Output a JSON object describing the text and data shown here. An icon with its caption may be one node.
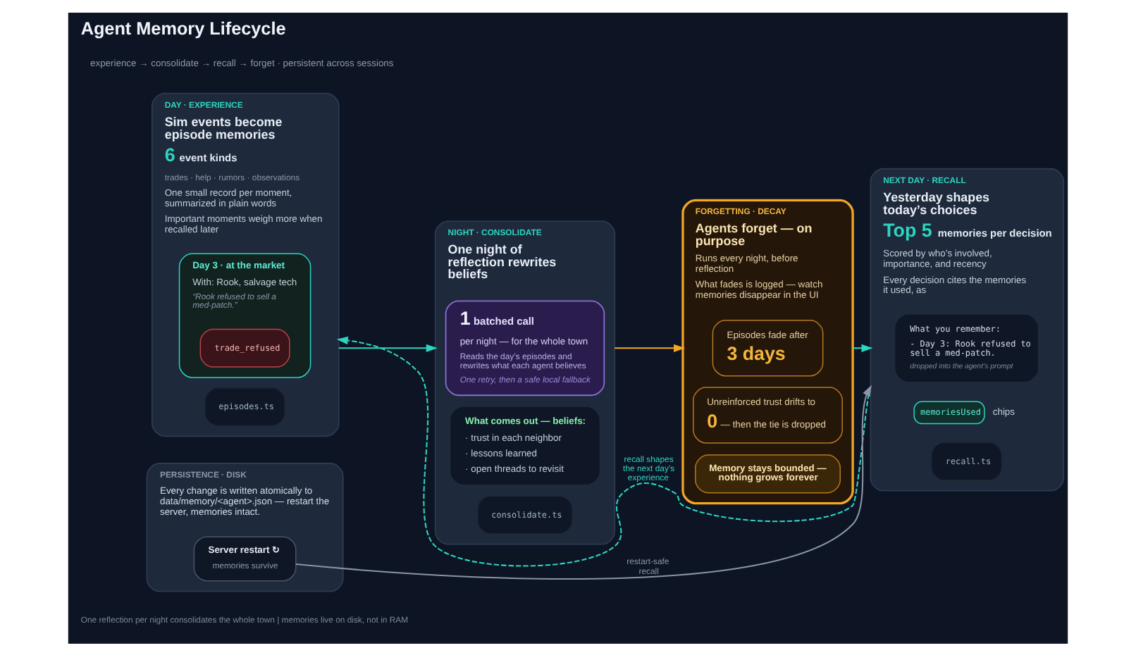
{
  "diagram": {
    "title": "Agent Memory Lifecycle",
    "nodes": [
      {
        "text": [
          "DAY · EXPERIENCE",
          "Sim events become episode memories",
          "6",
          "event kinds",
          "trades · help · rumors · observations",
          "One small record per moment, summarized in plain words",
          "Important moments weigh more when recalled later"
        ]
      },
      {
        "text": [
          "Day 3 · at the market",
          "With: Rook, salvage tech",
          "“Rook refused to sell a med-patch.”"
        ],
        "in": 0
      },
      {
        "text": [
          "trade_refused"
        ],
        "in": 1
      },
      {
        "text": [
          "episodes.ts"
        ],
        "in": 0
      },
      {
        "text": [
          "NIGHT · CONSOLIDATE",
          "One night of reflection rewrites beliefs"
        ]
      },
      {
        "text": [
          "1",
          "batched call",
          "per night — for the whole town",
          "Reads the day’s episodes and rewrites what each agent believes",
          "One retry, then a safe local fallback"
        ],
        "in": 4
      },
      {
        "text": [
          "What comes out — beliefs:",
          "· trust in each neighbor",
          "· lessons learned",
          "· open threads to revisit"
        ],
        "in": 4
      },
      {
        "text": [
          "consolidate.ts"
        ],
        "in": 4
      },
      {
        "text": [
          "FORGETTING · DECAY",
          "Agents forget — on purpose",
          "Runs every night, before reflection",
          "What fades is logged — watch memories disappear in the UI"
        ]
      },
      {
        "text": [
          "Episodes fade after",
          "3 days"
        ],
        "in": 8
      },
      {
        "text": [
          "Unreinforced trust drifts to",
          "0",
          "— then the tie is dropped"
        ],
        "in": 8
      },
      {
        "text": [
          "Memory stays bounded — nothing grows forever"
        ],
        "in": 8
      },
      {
        "text": [
          "NEXT DAY · RECALL",
          "Yesterday shapes today’s choices",
          "Top 5",
          "memories per decision",
          "Scored by who’s involved, importance, and recency",
          "Every decision cites the memories it used, as"
        ]
      },
      {
        "text": [
          "What you remember:",
          "- Day 3: Rook refused to sell a med-patch.",
          "dropped into the agent’s prompt"
        ],
        "in": 12
      },
      {
        "text": [
          "memoriesUsed"
        ],
        "beside": [
          "chips"
        ],
        "in": 12
      },
      {
        "text": [
          "recall.ts"
        ],
        "in": 12
      },
      {
        "text": [
          "PERSISTENCE · DISK",
          "Every change is written atomically to data/memory/<agent>.json — restart the server, memories intact."
        ]
      },
      {
        "text": [
          "Server restart ↻",
          "memories survive"
        ],
        "in": 16
      }
    ],
    "edges": [
      {
        "from": 0,
        "to": 4,
        "arrow": "to"
      },
      {
        "from": 4,
        "to": 8,
        "arrow": "to",
        "color": "#f5a623"
      },
      {
        "from": 8,
        "to": 12,
        "arrow": "to"
      },
      {
        "from": 12,
        "to": 0,
        "arrow": "to",
        "style": "dashed",
        "label": "recall shapes the next day’s experience"
      },
      {
        "from": 17,
        "to": 12,
        "arrow": "to",
        "label": "restart-safe recall",
        "color": "#8b95a5"
      }
    ],
    "labels": [
      "experience → consolidate → recall → forget · persistent across sessions",
      "One reflection per night consolidates the whole town | memories live on disk, not in RAM"
    ]
  }
}
